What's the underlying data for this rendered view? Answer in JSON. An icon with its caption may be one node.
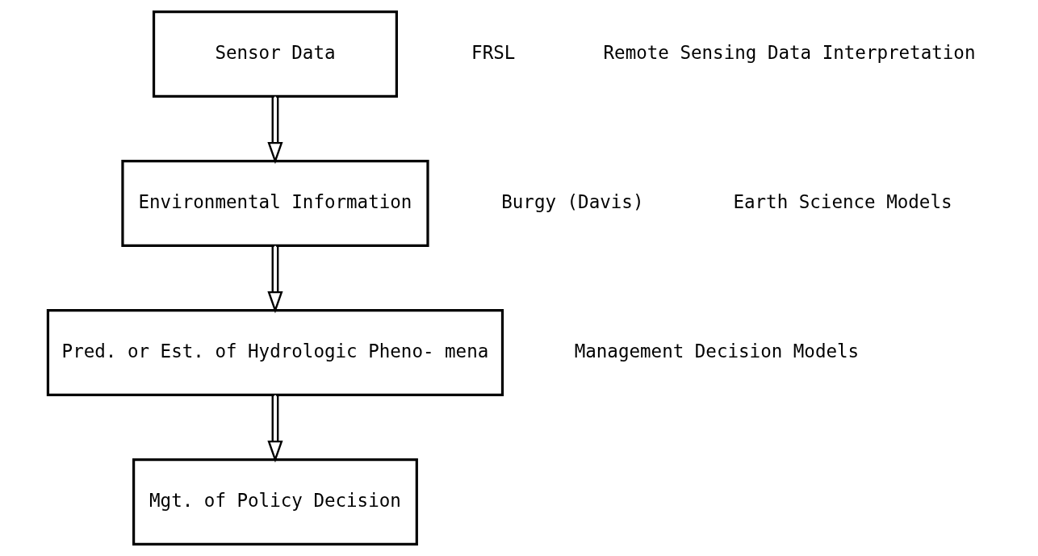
{
  "diagram": {
    "nodes": [
      {
        "text": [
          "Sensor Data"
        ]
      },
      {
        "text": [
          "Environmental Information"
        ]
      },
      {
        "text": [
          "Pred. or Est. of Hydrologic Pheno- mena"
        ]
      },
      {
        "text": [
          "Mgt. of Policy Decision"
        ]
      }
    ],
    "edges": [
      {
        "from": 0,
        "to": 1,
        "arrow": "to"
      },
      {
        "from": 1,
        "to": 2,
        "arrow": "to"
      },
      {
        "from": 2,
        "to": 3,
        "arrow": "to"
      }
    ],
    "labels": [
      "FRSL",
      "Remote Sensing Data Interpretation",
      "Burgy (Davis)",
      "Earth Science Models",
      "Management Decision Models"
    ]
  }
}
